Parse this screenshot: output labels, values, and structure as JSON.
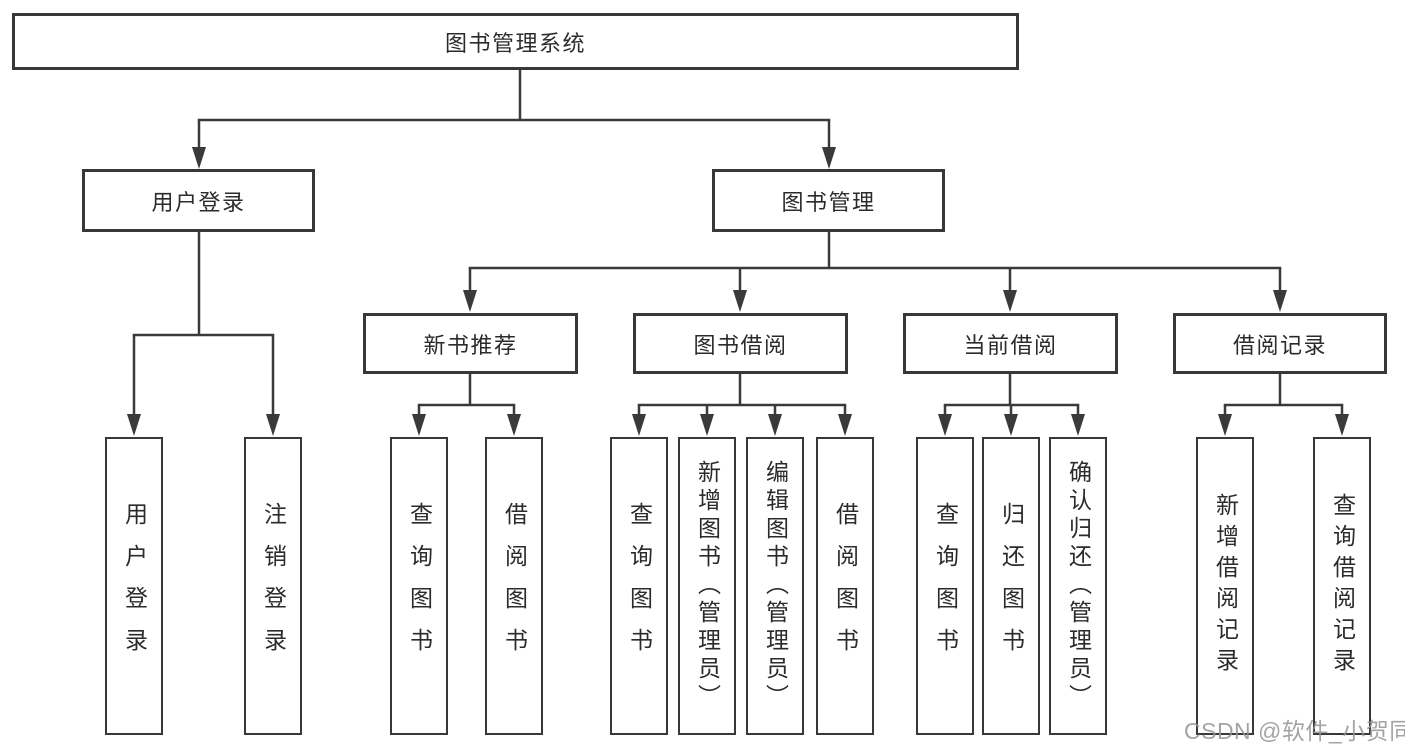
{
  "diagram_title": "图书管理系统",
  "colors": {
    "line": "#3a3a3a",
    "box_border": "#383838",
    "text": "#2b2b2b",
    "watermark": "#949494",
    "background": "#ffffff"
  },
  "nodes": {
    "root": {
      "label": "图书管理系统"
    },
    "level2": {
      "user_login": {
        "label": "用户登录"
      },
      "book_mgmt": {
        "label": "图书管理"
      }
    },
    "level3": {
      "new_book": {
        "label": "新书推荐"
      },
      "borrow": {
        "label": "图书借阅"
      },
      "current": {
        "label": "当前借阅"
      },
      "records": {
        "label": "借阅记录"
      }
    },
    "leaves": {
      "user_login": [
        "用户登录",
        "注销登录"
      ],
      "new_book": [
        "查询图书",
        "借阅图书"
      ],
      "borrow": [
        "查询图书",
        "新增图书（管理员）",
        "编辑图书（管理员）",
        "借阅图书"
      ],
      "current": [
        "查询图书",
        "归还图书",
        "确认归还（管理员）"
      ],
      "records": [
        "新增借阅记录",
        "查询借阅记录"
      ]
    }
  },
  "watermark": "CSDN @软件_小贺同学"
}
